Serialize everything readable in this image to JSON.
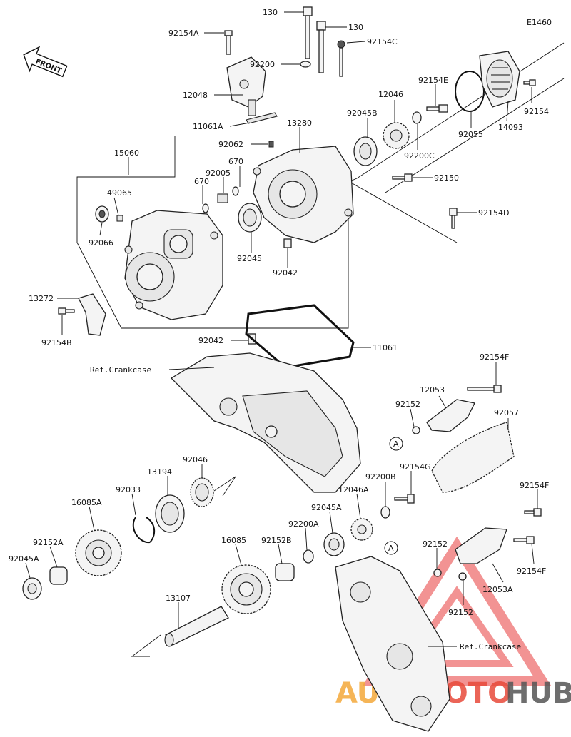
{
  "diagram_code": "E1460",
  "front_label": "FRONT",
  "ref_crankcase": "Ref.Crankcase",
  "circle_marker": "A",
  "watermark": {
    "auto": "AUTO",
    "moto": "MOTO",
    "hub": "HUB"
  },
  "parts": {
    "p130a": "130",
    "p130b": "130",
    "p92154A": "92154A",
    "p92154C": "92154C",
    "p92200": "92200",
    "p12048": "12048",
    "p11061A": "11061A",
    "p92062": "92062",
    "p13280": "13280",
    "p12046": "12046",
    "p92154E": "92154E",
    "p92045B": "92045B",
    "p92154": "92154",
    "p92200C": "92200C",
    "p92055": "92055",
    "p14093": "14093",
    "p15060": "15060",
    "p670a": "670",
    "p92005": "92005",
    "p670b": "670",
    "p92150": "92150",
    "p49065": "49065",
    "p92066": "92066",
    "p92154D": "92154D",
    "p92045": "92045",
    "p92042a": "92042",
    "p13272": "13272",
    "p92154B": "92154B",
    "p92042b": "92042",
    "p11061": "11061",
    "p92154F_a": "92154F",
    "p12053": "12053",
    "p92152_a": "92152",
    "p92057": "92057",
    "p92154G": "92154G",
    "p92046": "92046",
    "p13194": "13194",
    "p92033": "92033",
    "p16085A": "16085A",
    "p92200B": "92200B",
    "p12046A": "12046A",
    "p92154F_b": "92154F",
    "p92045A_a": "92045A",
    "p92200A": "92200A",
    "p16085": "16085",
    "p92152B": "92152B",
    "p92152A": "92152A",
    "p92045A_b": "92045A",
    "p92152_b": "92152",
    "p92154F_c": "92154F",
    "p12053A": "12053A",
    "p92152_c": "92152",
    "p13107": "13107"
  }
}
